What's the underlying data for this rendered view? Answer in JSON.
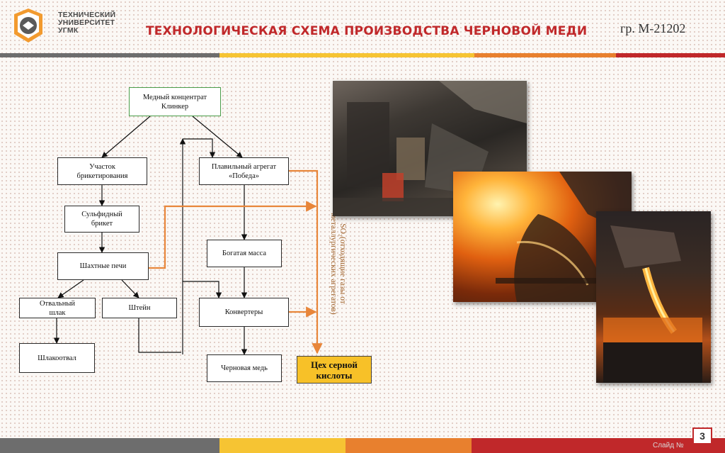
{
  "header": {
    "logo_lines": [
      "ТЕХНИЧЕСКИЙ",
      "УНИВЕРСИТЕТ",
      "УГМК"
    ],
    "title": "ТЕХНОЛОГИЧЕСКАЯ СХЕМА ПРОИЗВОДСТВА ЧЕРНОВОЙ МЕДИ",
    "group": "гр. М-21202"
  },
  "diagram": {
    "concentrate": [
      "Медный концентрат",
      "Клинкер"
    ],
    "briquetting": [
      "Участок",
      "брикетирования"
    ],
    "briquette": [
      "Сульфидный",
      "брикет"
    ],
    "shaft": "Шахтные печи",
    "slag": [
      "Отвальный",
      "шлак"
    ],
    "matte": "Штейн",
    "dump": "Шлакоотвал",
    "pobeda": [
      "Плавильный агрегат",
      "«Победа»"
    ],
    "rich": "Богатая масса",
    "converters": "Конвертеры",
    "blister": "Черновая медь",
    "acid": [
      "Цех серной",
      "кислоты"
    ],
    "gases_label": "SO₂(отходящие газы от металлургических агрегатов)"
  },
  "colors": {
    "accent_red": "#c0282a",
    "orange_flow": "#e8863a",
    "acid_fill": "#f7c128",
    "green_border": "#4a9d4a",
    "bar_gray": "#6d6d6d",
    "bar_yellow": "#f6c433",
    "bar_orange": "#e8802e",
    "bar_red": "#c0282a"
  },
  "footer": {
    "slide_number": "3",
    "slide_label": "Слайд №"
  }
}
